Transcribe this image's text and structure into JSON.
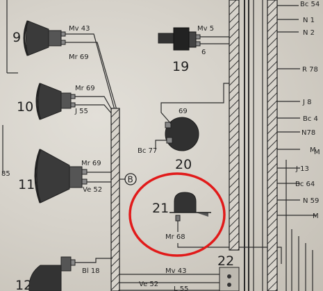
{
  "components": [
    {
      "number": "9",
      "labels": [
        "Mv 43",
        "Mr 69"
      ]
    },
    {
      "number": "10",
      "labels": [
        "Mr 69",
        "J 55"
      ]
    },
    {
      "number": "11",
      "labels": [
        "Mr 69",
        "Ve 52"
      ]
    },
    {
      "number": "12",
      "labels": [
        "Bl 18"
      ]
    },
    {
      "number": "19",
      "labels": [
        "Mv 5",
        "6"
      ]
    },
    {
      "number": "20",
      "labels": [
        "69",
        "Bc 77"
      ]
    },
    {
      "number": "21",
      "labels": [
        "Mr 68"
      ]
    },
    {
      "number": "22",
      "labels": []
    }
  ],
  "junction": "B",
  "left_edge_label": "85",
  "bottom_labels": [
    "Mv 43",
    "Ve 52",
    "L 55"
  ],
  "right_labels": [
    "Bc 54",
    "N 1",
    "N 2",
    "R 78",
    "J 8",
    "Bc 4",
    "N78",
    "M",
    "M",
    "J 13",
    "Bc 64",
    "N 59",
    "M"
  ],
  "highlight": {
    "shape": "circle",
    "color": "#e11a1a",
    "target": "21"
  }
}
